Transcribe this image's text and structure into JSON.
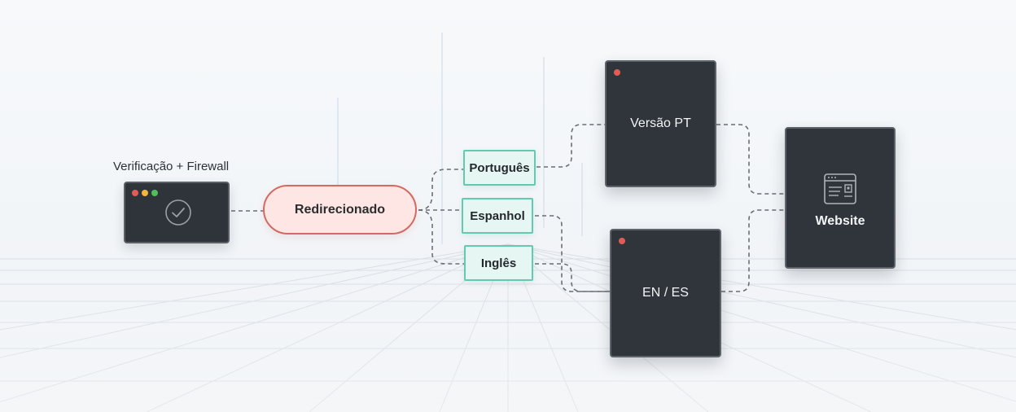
{
  "colors": {
    "dark_card": "#30353c",
    "redirect_fill": "#fde6e3",
    "redirect_border": "#d36a62",
    "lang_fill": "#e6f7f3",
    "lang_border": "#63c9b1",
    "connector": "#6a6f75",
    "window_dot_red": "#e25b55",
    "window_dot_yellow": "#f2b73b",
    "window_dot_green": "#4fbf5a"
  },
  "security": {
    "caption": "Verificação + Firewall",
    "icon": "check-circle-icon"
  },
  "redirect": {
    "label": "Redirecionado"
  },
  "languages": [
    {
      "label": "Português"
    },
    {
      "label": "Espanhol"
    },
    {
      "label": "Inglês"
    }
  ],
  "versions": [
    {
      "label": "Versão PT"
    },
    {
      "label": "EN / ES"
    }
  ],
  "website": {
    "label": "Website",
    "icon": "webpage-icon"
  }
}
